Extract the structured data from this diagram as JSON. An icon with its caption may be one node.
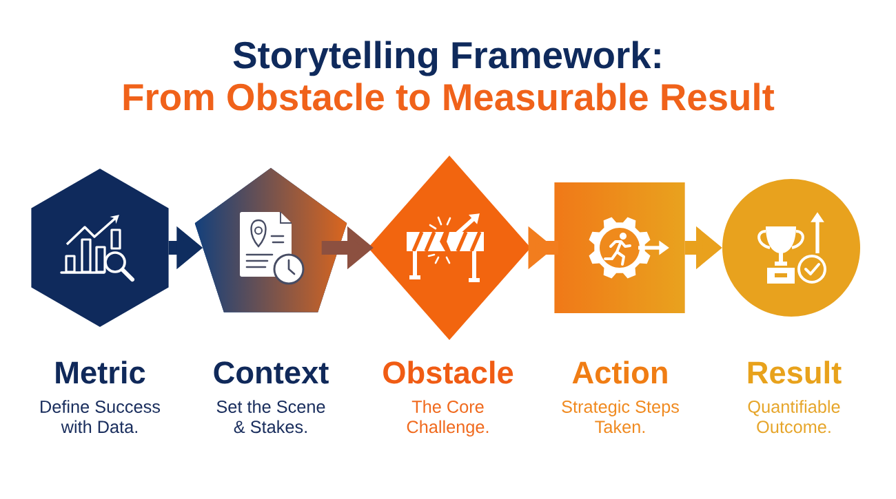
{
  "diagram": {
    "title": "Storytelling Framework:",
    "nodes": [
      {
        "text": [
          "Metric",
          "Define Success with Data."
        ]
      },
      {
        "text": [
          "Context",
          "Set the Scene & Stakes."
        ]
      },
      {
        "text": [
          "Obstacle",
          "The Core Challenge."
        ]
      },
      {
        "text": [
          "Action",
          "Strategic Steps Taken."
        ]
      },
      {
        "text": [
          "Result",
          "Quantifiable Outcome."
        ]
      }
    ],
    "edges": [
      {
        "from": 0,
        "to": 1,
        "arrow": "to",
        "color": "#0f2d5f"
      },
      {
        "from": 1,
        "to": 2,
        "arrow": "to",
        "color": "#8c5040"
      },
      {
        "from": 2,
        "to": 3,
        "arrow": "to",
        "color": "#f27d1e"
      },
      {
        "from": 3,
        "to": 4,
        "arrow": "to",
        "color": "#e9a11d"
      }
    ],
    "labels": [
      "From Obstacle to Measurable Result"
    ]
  }
}
